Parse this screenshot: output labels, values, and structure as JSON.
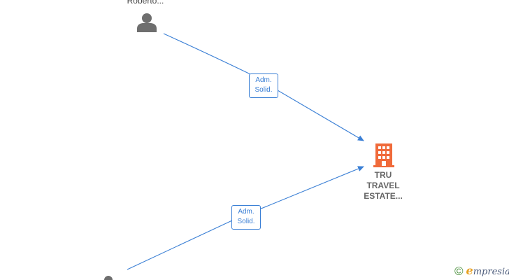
{
  "nodes": {
    "person_top": {
      "label": "Roberto..."
    },
    "company": {
      "label_lines": [
        "TRU",
        "TRAVEL",
        "ESTATE..."
      ]
    }
  },
  "edges": [
    {
      "label_lines": [
        "Adm.",
        "Solid."
      ]
    },
    {
      "label_lines": [
        "Adm.",
        "Solid."
      ]
    }
  ],
  "brand": {
    "copyright": "©",
    "name_initial": "e",
    "name_rest": "mpresia"
  },
  "colors": {
    "edge": "#3a7fd5",
    "person_icon": "#6e6e6e",
    "company_icon": "#f06a3a",
    "brand_green": "#4a8f3c",
    "brand_orange": "#e8a020"
  },
  "icons": {
    "person": "person-icon",
    "company": "building-icon",
    "copyright": "copyright-icon"
  }
}
